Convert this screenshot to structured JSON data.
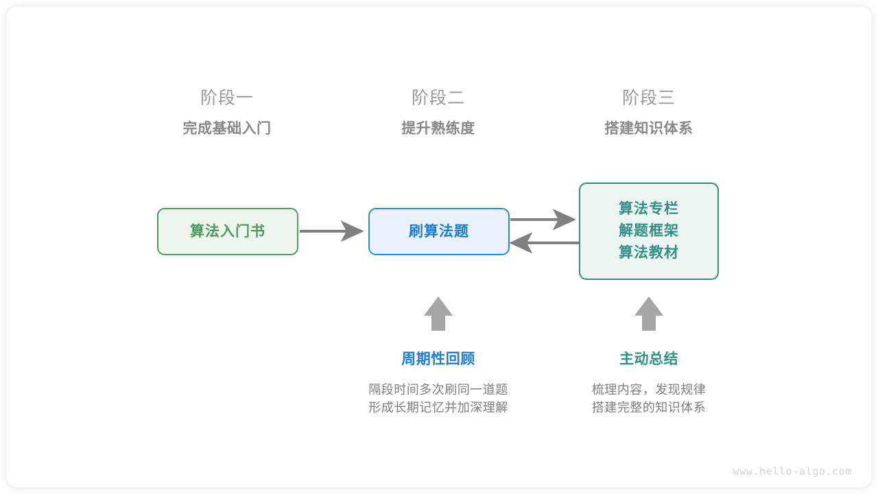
{
  "stages": [
    {
      "number": "阶段一",
      "title": "完成基础入门"
    },
    {
      "number": "阶段二",
      "title": "提升熟练度"
    },
    {
      "number": "阶段三",
      "title": "搭建知识体系"
    }
  ],
  "nodes": [
    {
      "id": "intro-book",
      "lines": [
        "算法入门书"
      ],
      "fill": "#eff6ef",
      "stroke": "#519b62",
      "text": "#4d9a60"
    },
    {
      "id": "practice-problems",
      "lines": [
        "刷算法题"
      ],
      "fill": "#eaf3fd",
      "stroke": "#2e86d4",
      "text": "#1d7cd4"
    },
    {
      "id": "knowledge-sources",
      "lines": [
        "算法专栏",
        "解题框架",
        "算法教材"
      ],
      "fill": "#eef6f4",
      "stroke": "#2e8f82",
      "text": "#2f9183"
    }
  ],
  "notes": [
    {
      "id": "periodic-review",
      "title": "周期性回顾",
      "color": "#1d7cd4",
      "desc_lines": [
        "隔段时间多次刷同一道题",
        "形成长期记忆并加深理解"
      ]
    },
    {
      "id": "active-summary",
      "title": "主动总结",
      "color": "#2f9183",
      "desc_lines": [
        "梳理内容，发现规律",
        "搭建完整的知识体系"
      ]
    }
  ],
  "connectors": {
    "color": "#808080",
    "items": [
      {
        "name": "book-to-practice",
        "direction": "right"
      },
      {
        "name": "practice-to-sources",
        "direction": "right"
      },
      {
        "name": "sources-to-practice",
        "direction": "left"
      },
      {
        "name": "review-up-arrow",
        "direction": "up"
      },
      {
        "name": "summary-up-arrow",
        "direction": "up"
      }
    ]
  },
  "watermark": "www.hello-algo.com",
  "palette": {
    "background": "#ffffff",
    "muted_text": "#888888",
    "light_muted_text": "#9a9a9a",
    "connector_gray": "#808080",
    "watermark_gray": "#d3d3d3"
  }
}
